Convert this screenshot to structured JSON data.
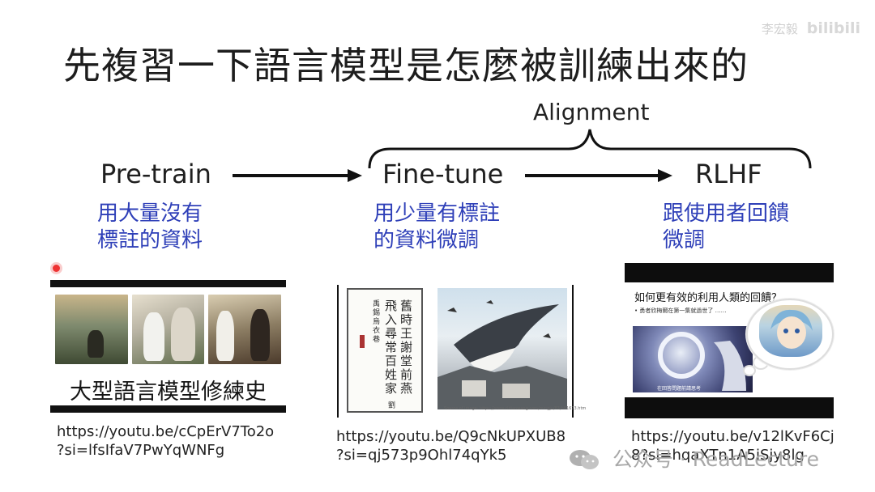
{
  "title": "先複習一下語言模型是怎麼被訓練出來的",
  "watermark": {
    "text": "李宏毅",
    "brand": "bilibili"
  },
  "alignment_label": "Alignment",
  "stages": [
    {
      "name": "Pre-train",
      "desc_line1": "用大量沒有",
      "desc_line2": "標註的資料"
    },
    {
      "name": "Fine-tune",
      "desc_line1": "用少量有標註",
      "desc_line2": "的資料微調"
    },
    {
      "name": "RLHF",
      "desc_line1": "跟使用者回饋",
      "desc_line2": "微調"
    }
  ],
  "panels": {
    "pretrain": {
      "caption": "大型語言模型修練史",
      "url_line1": "https://youtu.be/cCpErV7To2o",
      "url_line2": "?si=lfsIfaV7PwYqWNFg"
    },
    "finetune": {
      "calligraphy_col1": "舊時王謝堂前燕",
      "calligraphy_col2": "飛入尋常百姓家",
      "calligraphy_col3": "劉禹錫烏衣巷",
      "source": "Source of image: https://www.cidianwang.com/mingju/83/b61673.htm",
      "url_line1": "https://youtu.be/Q9cNkUPXUB8",
      "url_line2": "?si=qj573p9Ohl74qYk5"
    },
    "rlhf": {
      "question": "如何更有效的利用人類的回饋？",
      "bullet": "• 勇者欣梅爾在第一集就過世了 ……",
      "subtitle": "在回答問題前請思考",
      "url_line1": "https://youtu.be/v12lKvF6Cj",
      "url_line2": "8?si=hqaXTn1A5iSjy8lg"
    }
  },
  "footer_watermark": "公众号 · ReadLecture",
  "colors": {
    "accent_blue": "#2e3fb8",
    "text": "#1f1f1f",
    "pointer": "#e33333"
  }
}
